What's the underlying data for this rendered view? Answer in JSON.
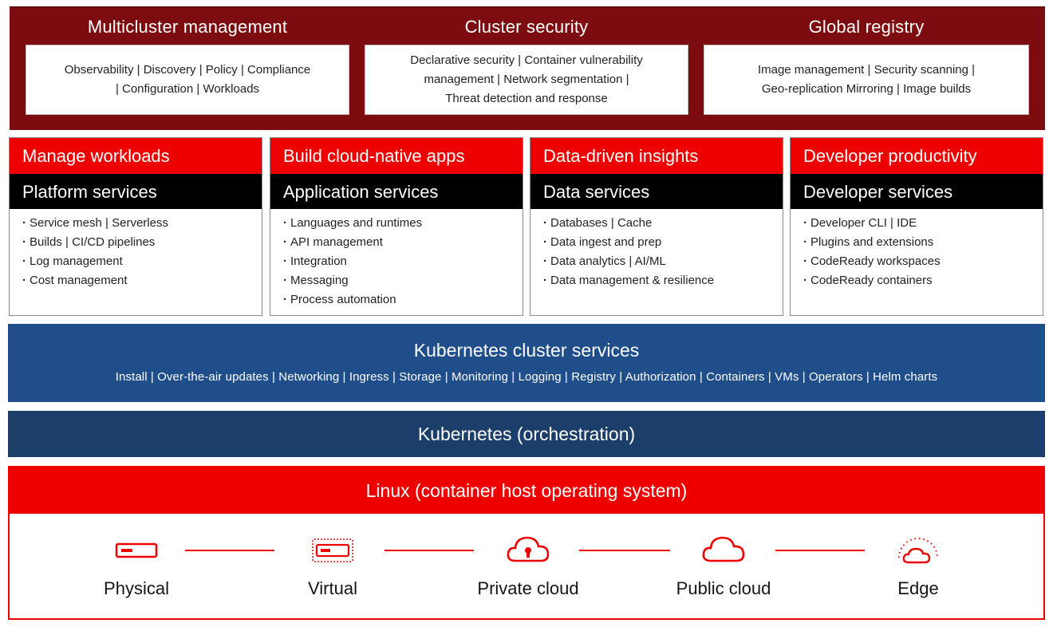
{
  "colors": {
    "dark_red": "#7d0c10",
    "red": "#ee0000",
    "black": "#000000",
    "blue": "#1f4e8a",
    "navy": "#1b3e6b"
  },
  "top": [
    {
      "title": "Multicluster management",
      "body_lines": [
        "Observability | Discovery | Policy | Compliance",
        "| Configuration | Workloads"
      ]
    },
    {
      "title": "Cluster security",
      "body_lines": [
        "Declarative security | Container vulnerability",
        "management | Network segmentation |",
        "Threat detection and response"
      ]
    },
    {
      "title": "Global registry",
      "body_lines": [
        "Image management | Security scanning |",
        "Geo-replication Mirroring | Image builds"
      ]
    }
  ],
  "columns": [
    {
      "red": "Manage workloads",
      "black": "Platform services",
      "items": [
        "Service mesh | Serverless",
        "Builds | CI/CD pipelines",
        "Log management",
        "Cost management"
      ]
    },
    {
      "red": "Build cloud-native apps",
      "black": "Application services",
      "items": [
        "Languages and runtimes",
        "API management",
        "Integration",
        "Messaging",
        "Process automation"
      ]
    },
    {
      "red": "Data-driven insights",
      "black": "Data services",
      "items": [
        "Databases | Cache",
        "Data ingest and prep",
        "Data analytics | AI/ML",
        "Data management & resilience"
      ]
    },
    {
      "red": "Developer productivity",
      "black": "Developer services",
      "items": [
        "Developer CLI | IDE",
        "Plugins and extensions",
        "CodeReady workspaces",
        "CodeReady containers"
      ]
    }
  ],
  "k8s_services": {
    "title": "Kubernetes cluster services",
    "list": "Install | Over-the-air updates | Networking | Ingress | Storage | Monitoring | Logging | Registry | Authorization | Containers | VMs | Operators | Helm charts"
  },
  "k8s_orch": "Kubernetes (orchestration)",
  "linux": {
    "title": "Linux (container host operating system)",
    "envs": [
      {
        "label": "Physical",
        "icon": "server-icon"
      },
      {
        "label": "Virtual",
        "icon": "virtual-server-icon"
      },
      {
        "label": "Private cloud",
        "icon": "private-cloud-icon"
      },
      {
        "label": "Public cloud",
        "icon": "cloud-icon"
      },
      {
        "label": "Edge",
        "icon": "edge-cloud-icon"
      }
    ]
  }
}
